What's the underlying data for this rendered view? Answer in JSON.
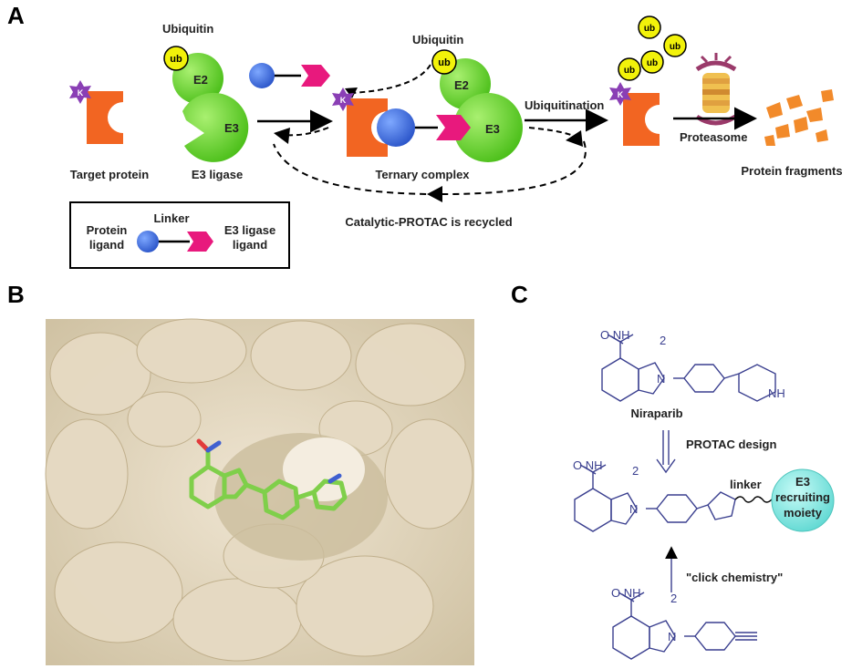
{
  "panels": {
    "a": {
      "letter": "A"
    },
    "b": {
      "letter": "B"
    },
    "c": {
      "letter": "C"
    }
  },
  "panel_a": {
    "ubiquitin_left": "Ubiquitin",
    "ubiquitin_mid": "Ubiquitin",
    "ub": "ub",
    "k": "K",
    "e2": "E2",
    "e3": "E3",
    "target_protein": "Target protein",
    "e3_ligase": "E3 ligase",
    "ternary_complex": "Ternary complex",
    "ubiquitination": "Ubiquitination",
    "proteasome": "Proteasome",
    "protein_fragments": "Protein fragments",
    "recycled": "Catalytic-PROTAC is recycled",
    "legend": {
      "protein_ligand_1": "Protein",
      "protein_ligand_2": "ligand",
      "linker": "Linker",
      "e3_ligand_1": "E3 ligase",
      "e3_ligand_2": "ligand"
    }
  },
  "panel_c": {
    "conh2_top": "O      NH",
    "sub2": "2",
    "niraparib": "Niraparib",
    "nh": "NH",
    "n": "N",
    "protac_design": "PROTAC design",
    "linker": "linker",
    "e3_moiety_1": "E3",
    "e3_moiety_2": "recruiting",
    "e3_moiety_3": "moiety",
    "click": "\"click chemistry\""
  },
  "colors": {
    "target_orange": "#f26522",
    "e3_green": "#6fd62e",
    "ub_yellow": "#f2f20a",
    "k_purple": "#8a3fb5",
    "ligand_blue": "#3f6fe0",
    "warhead_pink": "#e8197d",
    "surface_beige": "#dcd0b8",
    "chem_navy": "#3a3f8f",
    "moiety_cyan": "#7fe6e0"
  }
}
